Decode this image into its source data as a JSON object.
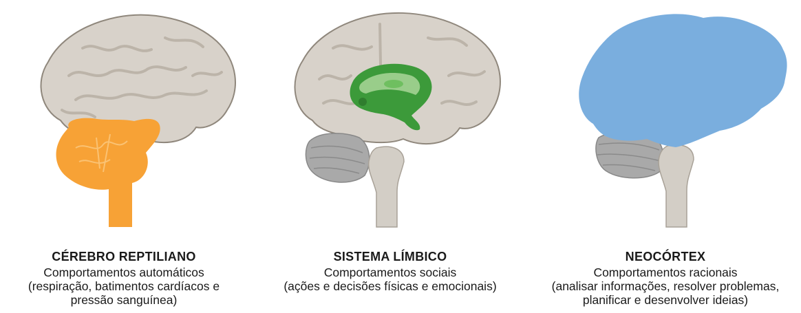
{
  "panels": [
    {
      "title": "CÉREBRO REPTILIANO",
      "subtitle": "Comportamentos automáticos",
      "detail_1": "(respiração, batimentos cardíacos e",
      "detail_2": "pressão sanguínea)",
      "highlight_color": "#f7a236"
    },
    {
      "title": "SISTEMA LÍMBICO",
      "subtitle": "Comportamentos sociais",
      "detail_1": "(ações e decisões físicas e emocionais)",
      "detail_2": "",
      "highlight_color": "#3c9a3a"
    },
    {
      "title": "NEOCÓRTEX",
      "subtitle": "Comportamentos racionais",
      "detail_1": "(analisar informações, resolver problemas,",
      "detail_2": "planificar e desenvolver ideias)",
      "highlight_color": "#7aaede"
    }
  ],
  "colors": {
    "cortex": "#d8d2ca",
    "cortex_shadow": "#b9b1a6",
    "cerebellum": "#a9a9a9",
    "stem": "#d3cec6"
  },
  "icons": [
    "brain-reptilian-icon",
    "brain-limbic-icon",
    "brain-neocortex-icon"
  ]
}
